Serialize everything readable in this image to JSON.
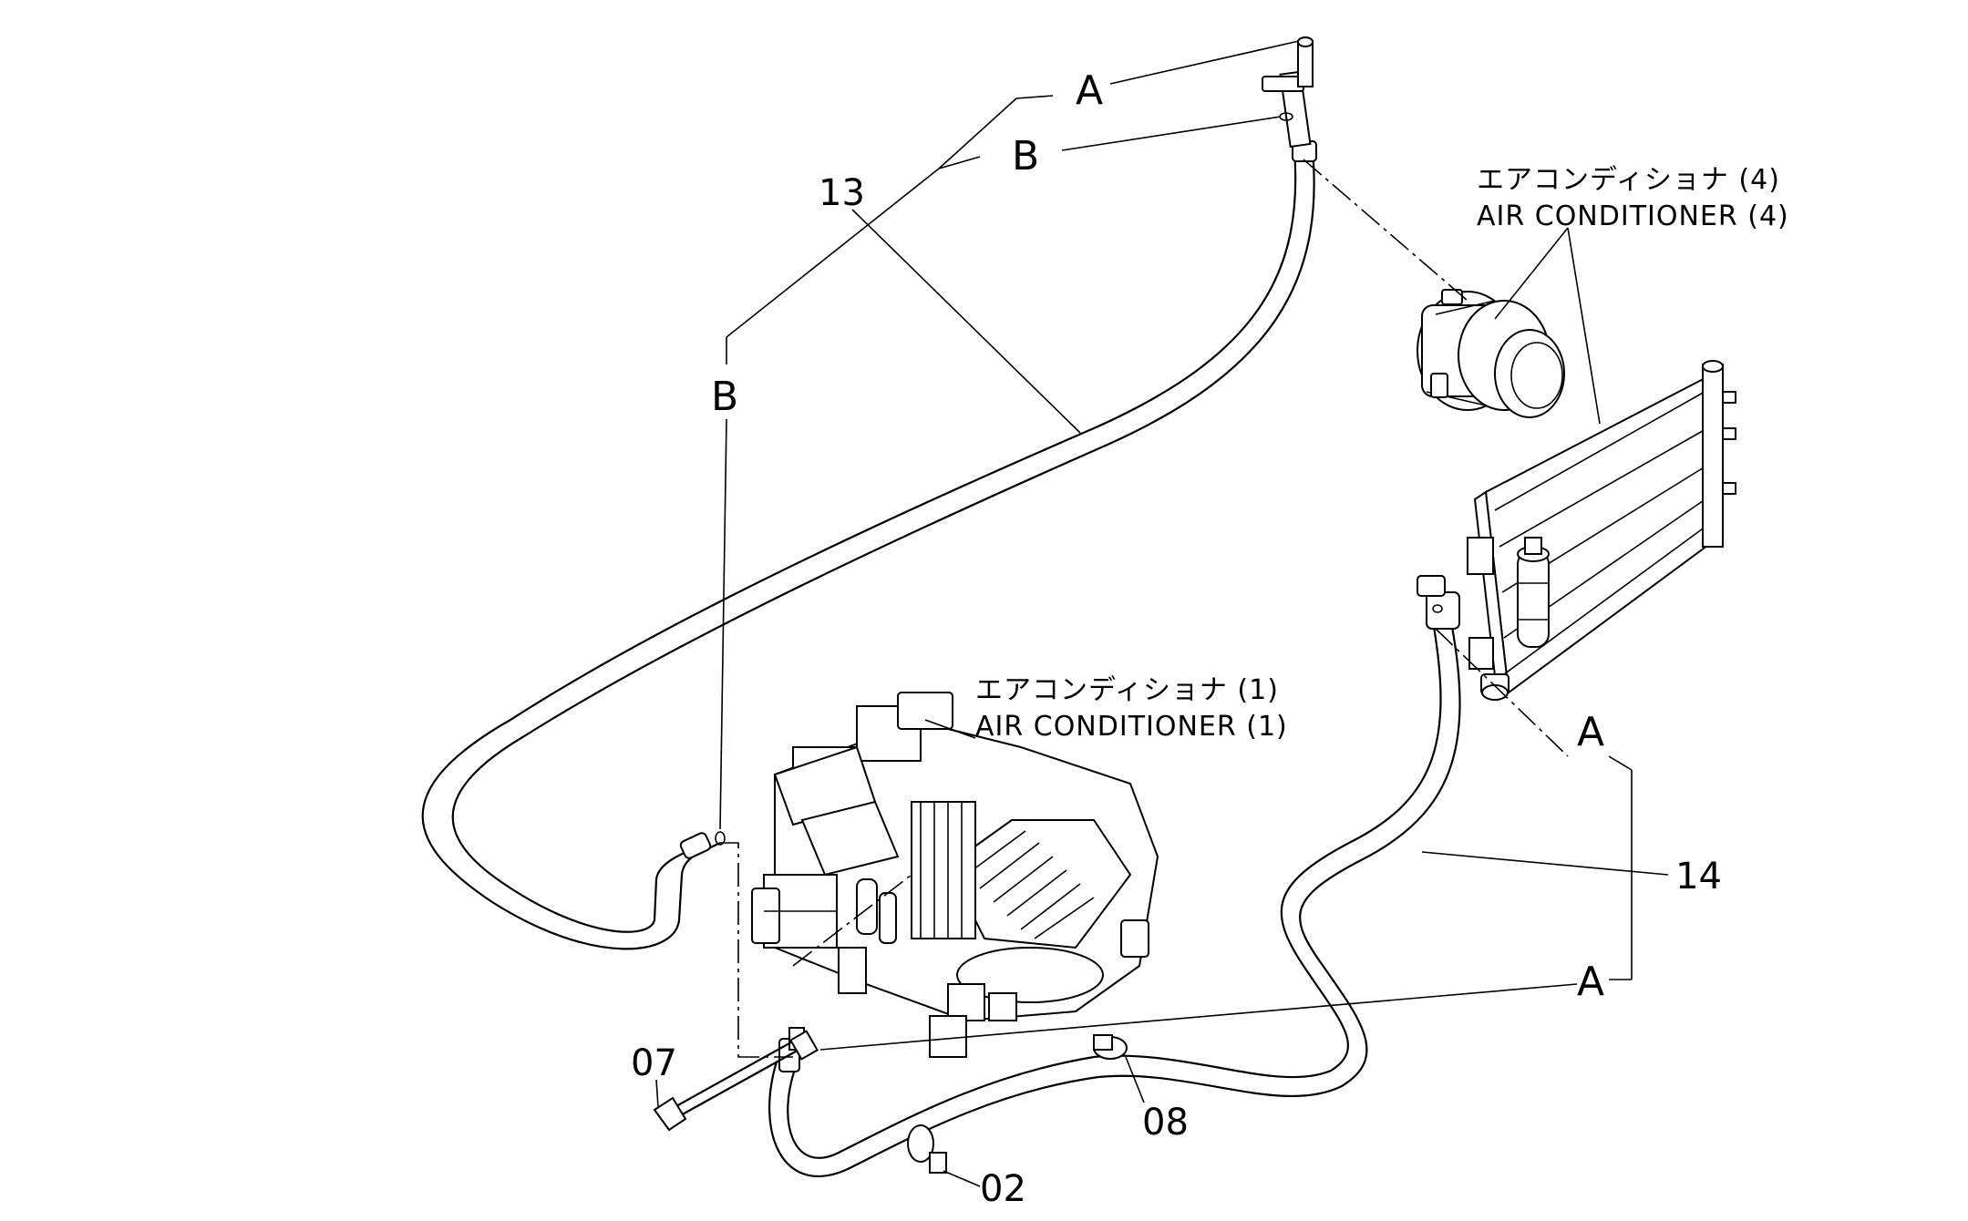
{
  "callouts": {
    "letter_a_top": "A",
    "letter_b_top": "B",
    "letter_b_left": "B",
    "letter_a_right_upper": "A",
    "letter_a_right_lower": "A"
  },
  "parts": {
    "hose_13": "13",
    "hose_14": "14",
    "bolt_07": "07",
    "clamp_08": "08",
    "clamp_02": "02"
  },
  "captions": {
    "ac4_jp": "エアコンディショナ (4)",
    "ac4_en": "AIR CONDITIONER (4)",
    "ac1_jp": "エアコンディショナ (1)",
    "ac1_en": "AIR CONDITIONER (1)"
  }
}
